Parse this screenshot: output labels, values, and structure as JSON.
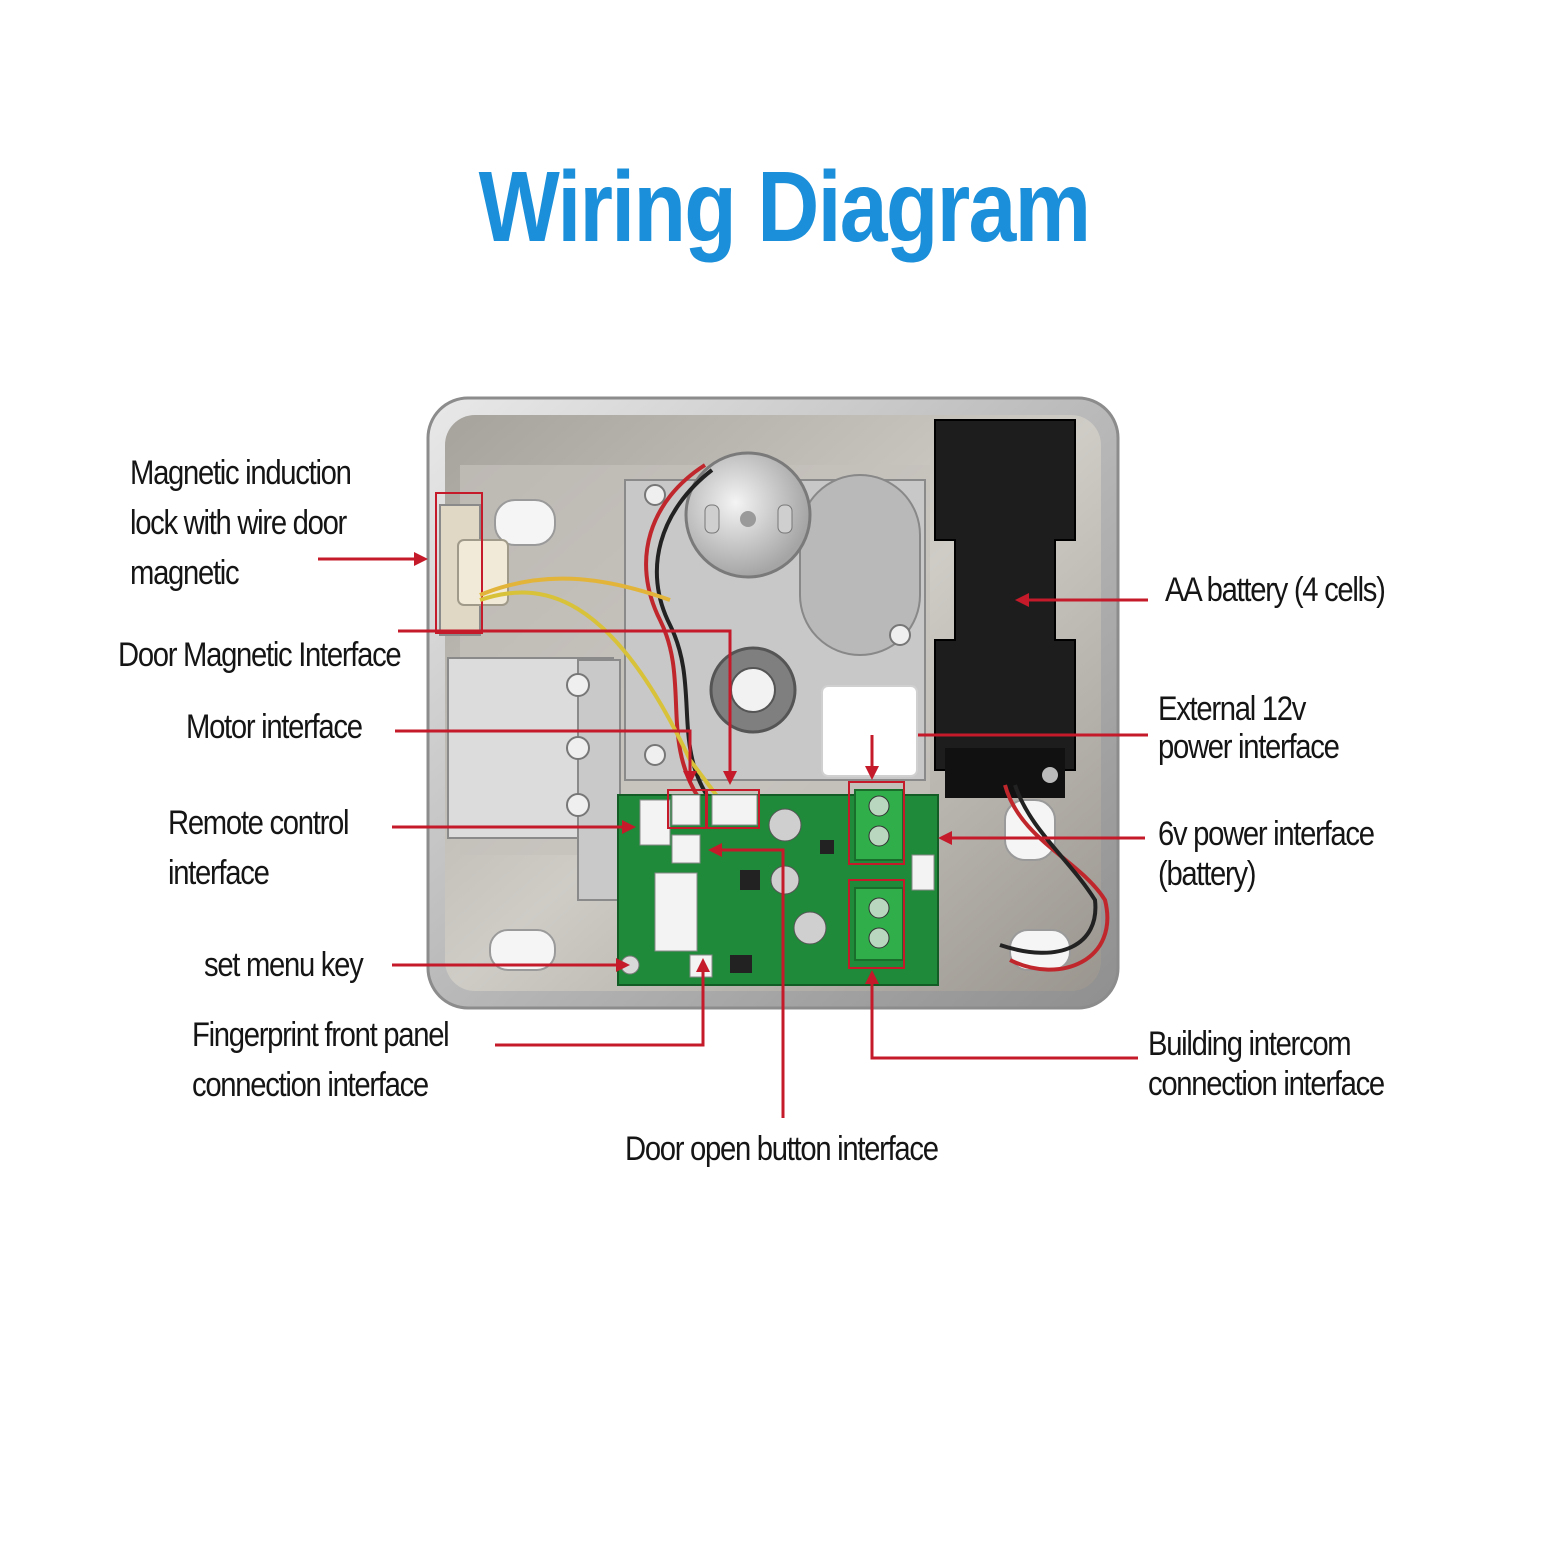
{
  "title": "Wiring Diagram",
  "colors": {
    "title": "#1b8fd9",
    "leader": "#c41a2a",
    "board": "#1f8a3a",
    "terminal": "#2fae4a",
    "battery": "#1a1a1a",
    "housing": "#bdbdbd"
  },
  "labels": {
    "magnetic_lock": [
      "Magnetic induction",
      "lock with wire door",
      "magnetic"
    ],
    "door_magnetic": "Door Magnetic Interface",
    "motor": "Motor interface",
    "remote": [
      "Remote control",
      "interface"
    ],
    "set_menu": "set menu key",
    "fingerprint": [
      "Fingerprint front panel",
      "connection interface"
    ],
    "door_open": "Door open button interface",
    "aa_battery": "AA battery (4 cells)",
    "ext_power": [
      "External 12v",
      "power interface"
    ],
    "six_v_power": [
      "6v power interface",
      "(battery)"
    ],
    "intercom": [
      "Building intercom",
      "connection interface"
    ]
  }
}
